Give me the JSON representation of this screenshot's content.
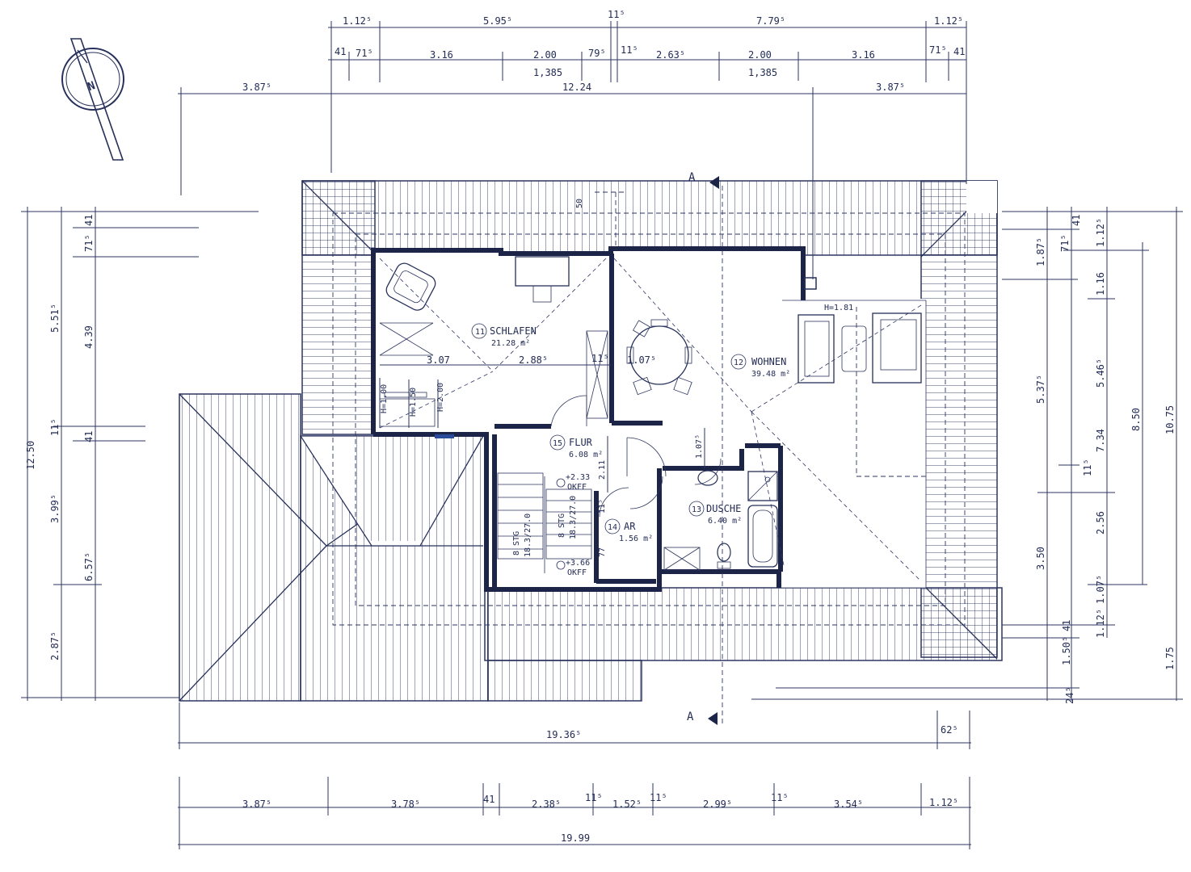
{
  "north_arrow": {
    "letter": "N"
  },
  "section_marker": {
    "label": "A"
  },
  "rooms": [
    {
      "num": "11",
      "name": "SCHLAFEN",
      "area": "21.28 m²"
    },
    {
      "num": "12",
      "name": "WOHNEN",
      "area": "39.48 m²"
    },
    {
      "num": "13",
      "name": "DUSCHE",
      "area": "6.40 m²"
    },
    {
      "num": "14",
      "name": "AR",
      "area": "1.56 m²"
    },
    {
      "num": "15",
      "name": "FLUR",
      "area": "6.08 m²"
    }
  ],
  "top_dims": {
    "row1": [
      "1.12⁵",
      "5.95⁵",
      "11⁵",
      "7.79⁵",
      "1.12⁵"
    ],
    "row2": [
      "41",
      "71⁵",
      "3.16",
      "2.00",
      "79⁵",
      "11⁵",
      "2.63⁵",
      "2.00",
      "3.16",
      "71⁵",
      "41"
    ],
    "row2b": [
      "1,385",
      "1,385"
    ],
    "row3": [
      "3.87⁵",
      "12.24",
      "3.87⁵"
    ]
  },
  "bottom_dims": {
    "row1": [
      "19.36⁵",
      "62⁵"
    ],
    "row2": [
      "3.87⁵",
      "3.78⁵",
      "41",
      "2.38⁵",
      "11⁵",
      "1.52⁵",
      "11⁵",
      "2.99⁵",
      "11⁵",
      "3.54⁵",
      "1.12⁵"
    ],
    "row3": [
      "19.99"
    ]
  },
  "left_dims": [
    "12.50",
    "5.51⁵",
    "3.99⁵",
    "2.87⁵",
    "71⁵",
    "41",
    "4.39",
    "11⁵",
    "41",
    "6.57⁵"
  ],
  "right_dims": [
    "1.87⁵",
    "5.37⁵",
    "3.50",
    "1.50⁵",
    "24⁵",
    "71⁵",
    "41",
    "41",
    "1.12⁵",
    "1.16",
    "5.46⁵",
    "11⁵",
    "2.56",
    "1.07⁵",
    "1.12⁵",
    "7.34",
    "8.50",
    "10.75",
    "1.75"
  ],
  "interior_labels": {
    "schlafen_w": "3.07",
    "schlafen_w2": "2.88⁵",
    "s11": "11⁵",
    "wohnen_w": "1.07⁵",
    "h_wohnen": "H=1.81",
    "h1": "H=1.00",
    "h2": "H=1.50",
    "h3": "H=2.00",
    "flur_h": "2.11",
    "flur_dim": "1.07⁵",
    "chimney": "50",
    "stair1_a": "8 STG",
    "stair1_b": "18.3/27.0",
    "stair2_a": "8 STG",
    "stair2_b": "18.3/27.0",
    "okff1": "+2.33",
    "okff1b": "OKFF",
    "okff2": "+3.66",
    "okff2b": "OKFF",
    "ar_side": "11⁵",
    "ar_dim": "77"
  }
}
